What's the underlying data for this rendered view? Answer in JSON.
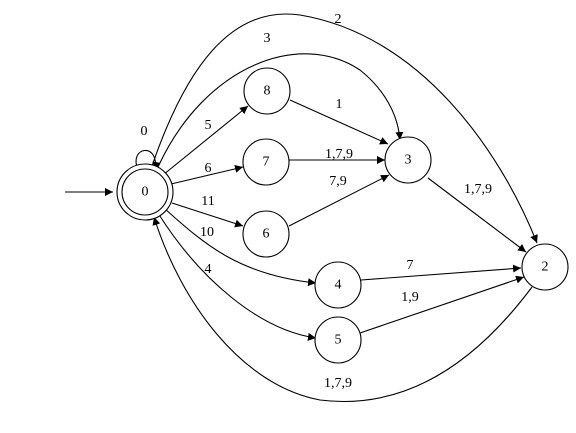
{
  "graph": {
    "start_node": "0",
    "accepting_nodes": [
      "0"
    ],
    "nodes": [
      {
        "id": "n0",
        "label": "0"
      },
      {
        "id": "n8",
        "label": "8"
      },
      {
        "id": "n7",
        "label": "7"
      },
      {
        "id": "n6",
        "label": "6"
      },
      {
        "id": "n3",
        "label": "3"
      },
      {
        "id": "n4",
        "label": "4"
      },
      {
        "id": "n5",
        "label": "5"
      },
      {
        "id": "n2",
        "label": "2"
      }
    ],
    "edges": [
      {
        "id": "self-0",
        "from": "0",
        "to": "0",
        "label": "0"
      },
      {
        "id": "0-8",
        "from": "0",
        "to": "8",
        "label": "5"
      },
      {
        "id": "0-7",
        "from": "0",
        "to": "7",
        "label": "6"
      },
      {
        "id": "0-6",
        "from": "0",
        "to": "6",
        "label": "11"
      },
      {
        "id": "0-4",
        "from": "0",
        "to": "4",
        "label": "10"
      },
      {
        "id": "0-5",
        "from": "0",
        "to": "5",
        "label": "4"
      },
      {
        "id": "0-3",
        "from": "0",
        "to": "3",
        "label": "3"
      },
      {
        "id": "0-2",
        "from": "0",
        "to": "2",
        "label": "2"
      },
      {
        "id": "8-3",
        "from": "8",
        "to": "3",
        "label": "1"
      },
      {
        "id": "7-3",
        "from": "7",
        "to": "3",
        "label": "1,7,9"
      },
      {
        "id": "6-3",
        "from": "6",
        "to": "3",
        "label": "7,9"
      },
      {
        "id": "3-2",
        "from": "3",
        "to": "2",
        "label": "1,7,9"
      },
      {
        "id": "4-2",
        "from": "4",
        "to": "2",
        "label": "7"
      },
      {
        "id": "5-2",
        "from": "5",
        "to": "2",
        "label": "1,9"
      },
      {
        "id": "2-0",
        "from": "2",
        "to": "0",
        "label": "1,7,9"
      }
    ]
  }
}
